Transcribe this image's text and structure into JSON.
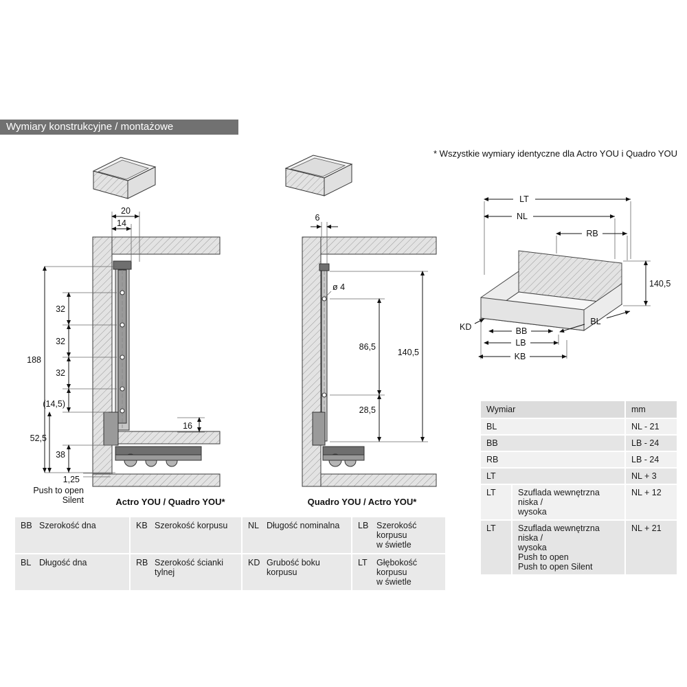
{
  "header": {
    "title": "Wymiary konstrukcyjne / montażowe"
  },
  "note": "* Wszystkie wymiary identyczne dla Actro YOU i Quadro YOU",
  "left_section": {
    "caption": "Actro YOU / Quadro YOU*",
    "dim_20": "20",
    "dim_14": "14",
    "dim_188": "188",
    "dim_32a": "32",
    "dim_32b": "32",
    "dim_32c": "32",
    "dim_14_5": "(14,5)",
    "dim_52_5": "52,5",
    "dim_38": "38",
    "dim_16": "16",
    "dim_1_25": "1,25",
    "push_label": "Push to open",
    "silent_label": "Silent"
  },
  "middle_section": {
    "caption": "Quadro YOU / Actro YOU*",
    "dim_6": "6",
    "dim_hole": "ø 4",
    "dim_86_5": "86,5",
    "dim_140_5": "140,5",
    "dim_28_5": "28,5"
  },
  "iso_section": {
    "lt": "LT",
    "nl": "NL",
    "rb": "RB",
    "height": "140,5",
    "kd": "KD",
    "bb": "BB",
    "bl": "BL",
    "lb": "LB",
    "kb": "KB"
  },
  "legend": {
    "cells": [
      {
        "abbr": "BB",
        "label": "Szerokość dna"
      },
      {
        "abbr": "KB",
        "label": "Szerokość korpusu"
      },
      {
        "abbr": "NL",
        "label": "Długość nominalna"
      },
      {
        "abbr": "LB",
        "label": "Szerokość korpusu\nw świetle"
      },
      {
        "abbr": "BL",
        "label": "Długość dna"
      },
      {
        "abbr": "RB",
        "label": "Szerokość ścianki tylnej"
      },
      {
        "abbr": "KD",
        "label": "Grubość boku korpusu"
      },
      {
        "abbr": "LT",
        "label": "Głębokość korpusu\nw świetle"
      }
    ]
  },
  "dim_table": {
    "col_dim": "Wymiar",
    "col_mm": "mm",
    "rows": [
      {
        "abbr": "BL",
        "desc": "",
        "value": "NL - 21"
      },
      {
        "abbr": "BB",
        "desc": "",
        "value": "LB - 24"
      },
      {
        "abbr": "RB",
        "desc": "",
        "value": "LB - 24"
      },
      {
        "abbr": "LT",
        "desc": "",
        "value": "NL + 3"
      },
      {
        "abbr": "LT",
        "desc": "Szuflada wewnętrzna niska /\nwysoka",
        "value": "NL + 12"
      },
      {
        "abbr": "LT",
        "desc": "Szuflada wewnętrzna niska /\nwysoka\nPush to open\nPush to open Silent",
        "value": "NL + 21"
      }
    ]
  }
}
